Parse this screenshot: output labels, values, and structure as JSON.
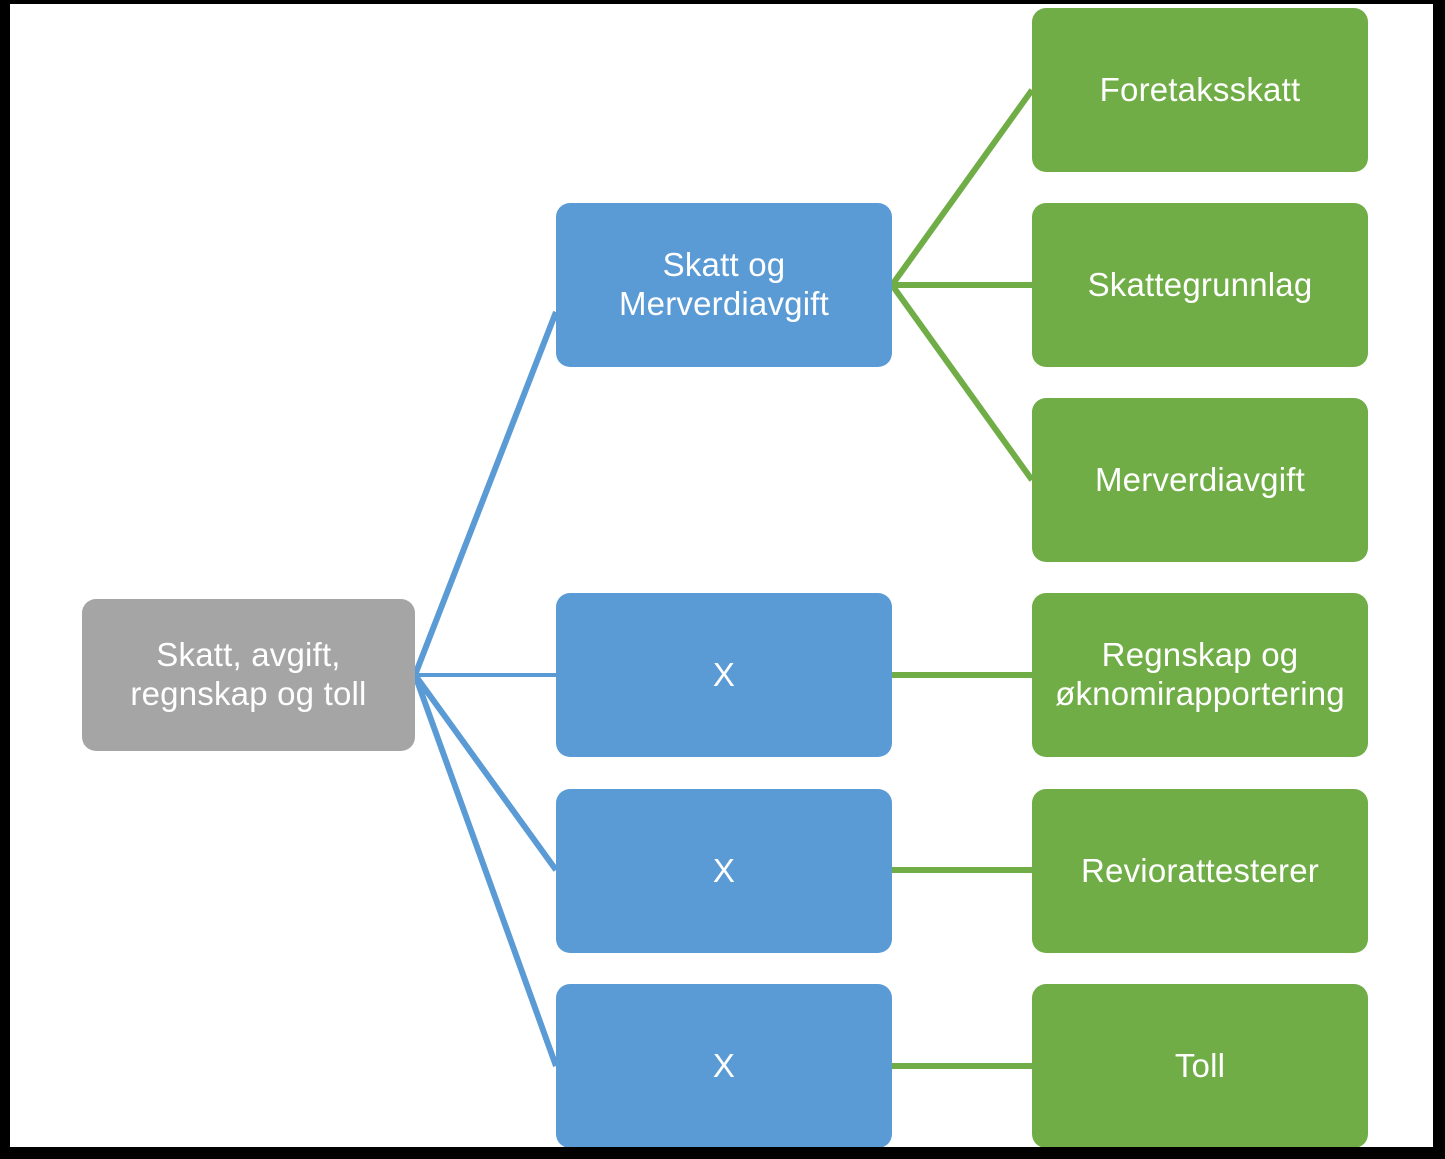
{
  "diagram": {
    "title": "Skatt, avgift, regnskap og toll",
    "colors": {
      "root": "#a5a5a5",
      "branch": "#5b9bd5",
      "leaf": "#70ad47",
      "frame": "#000000",
      "surface": "#ffffff",
      "text": "#ffffff"
    },
    "root": {
      "label": "Skatt, avgift,\nregnskap og toll"
    },
    "branches": [
      {
        "label": "Skatt og\nMerverdiavgift"
      },
      {
        "label": "X"
      },
      {
        "label": "X"
      },
      {
        "label": "X"
      }
    ],
    "leaves": [
      {
        "label": "Foretaksskatt"
      },
      {
        "label": "Skattegrunnlag"
      },
      {
        "label": "Merverdiavgift"
      },
      {
        "label": "Regnskap og\nøknomirapportering"
      },
      {
        "label": "Reviorattesterer"
      },
      {
        "label": "Toll"
      }
    ]
  }
}
